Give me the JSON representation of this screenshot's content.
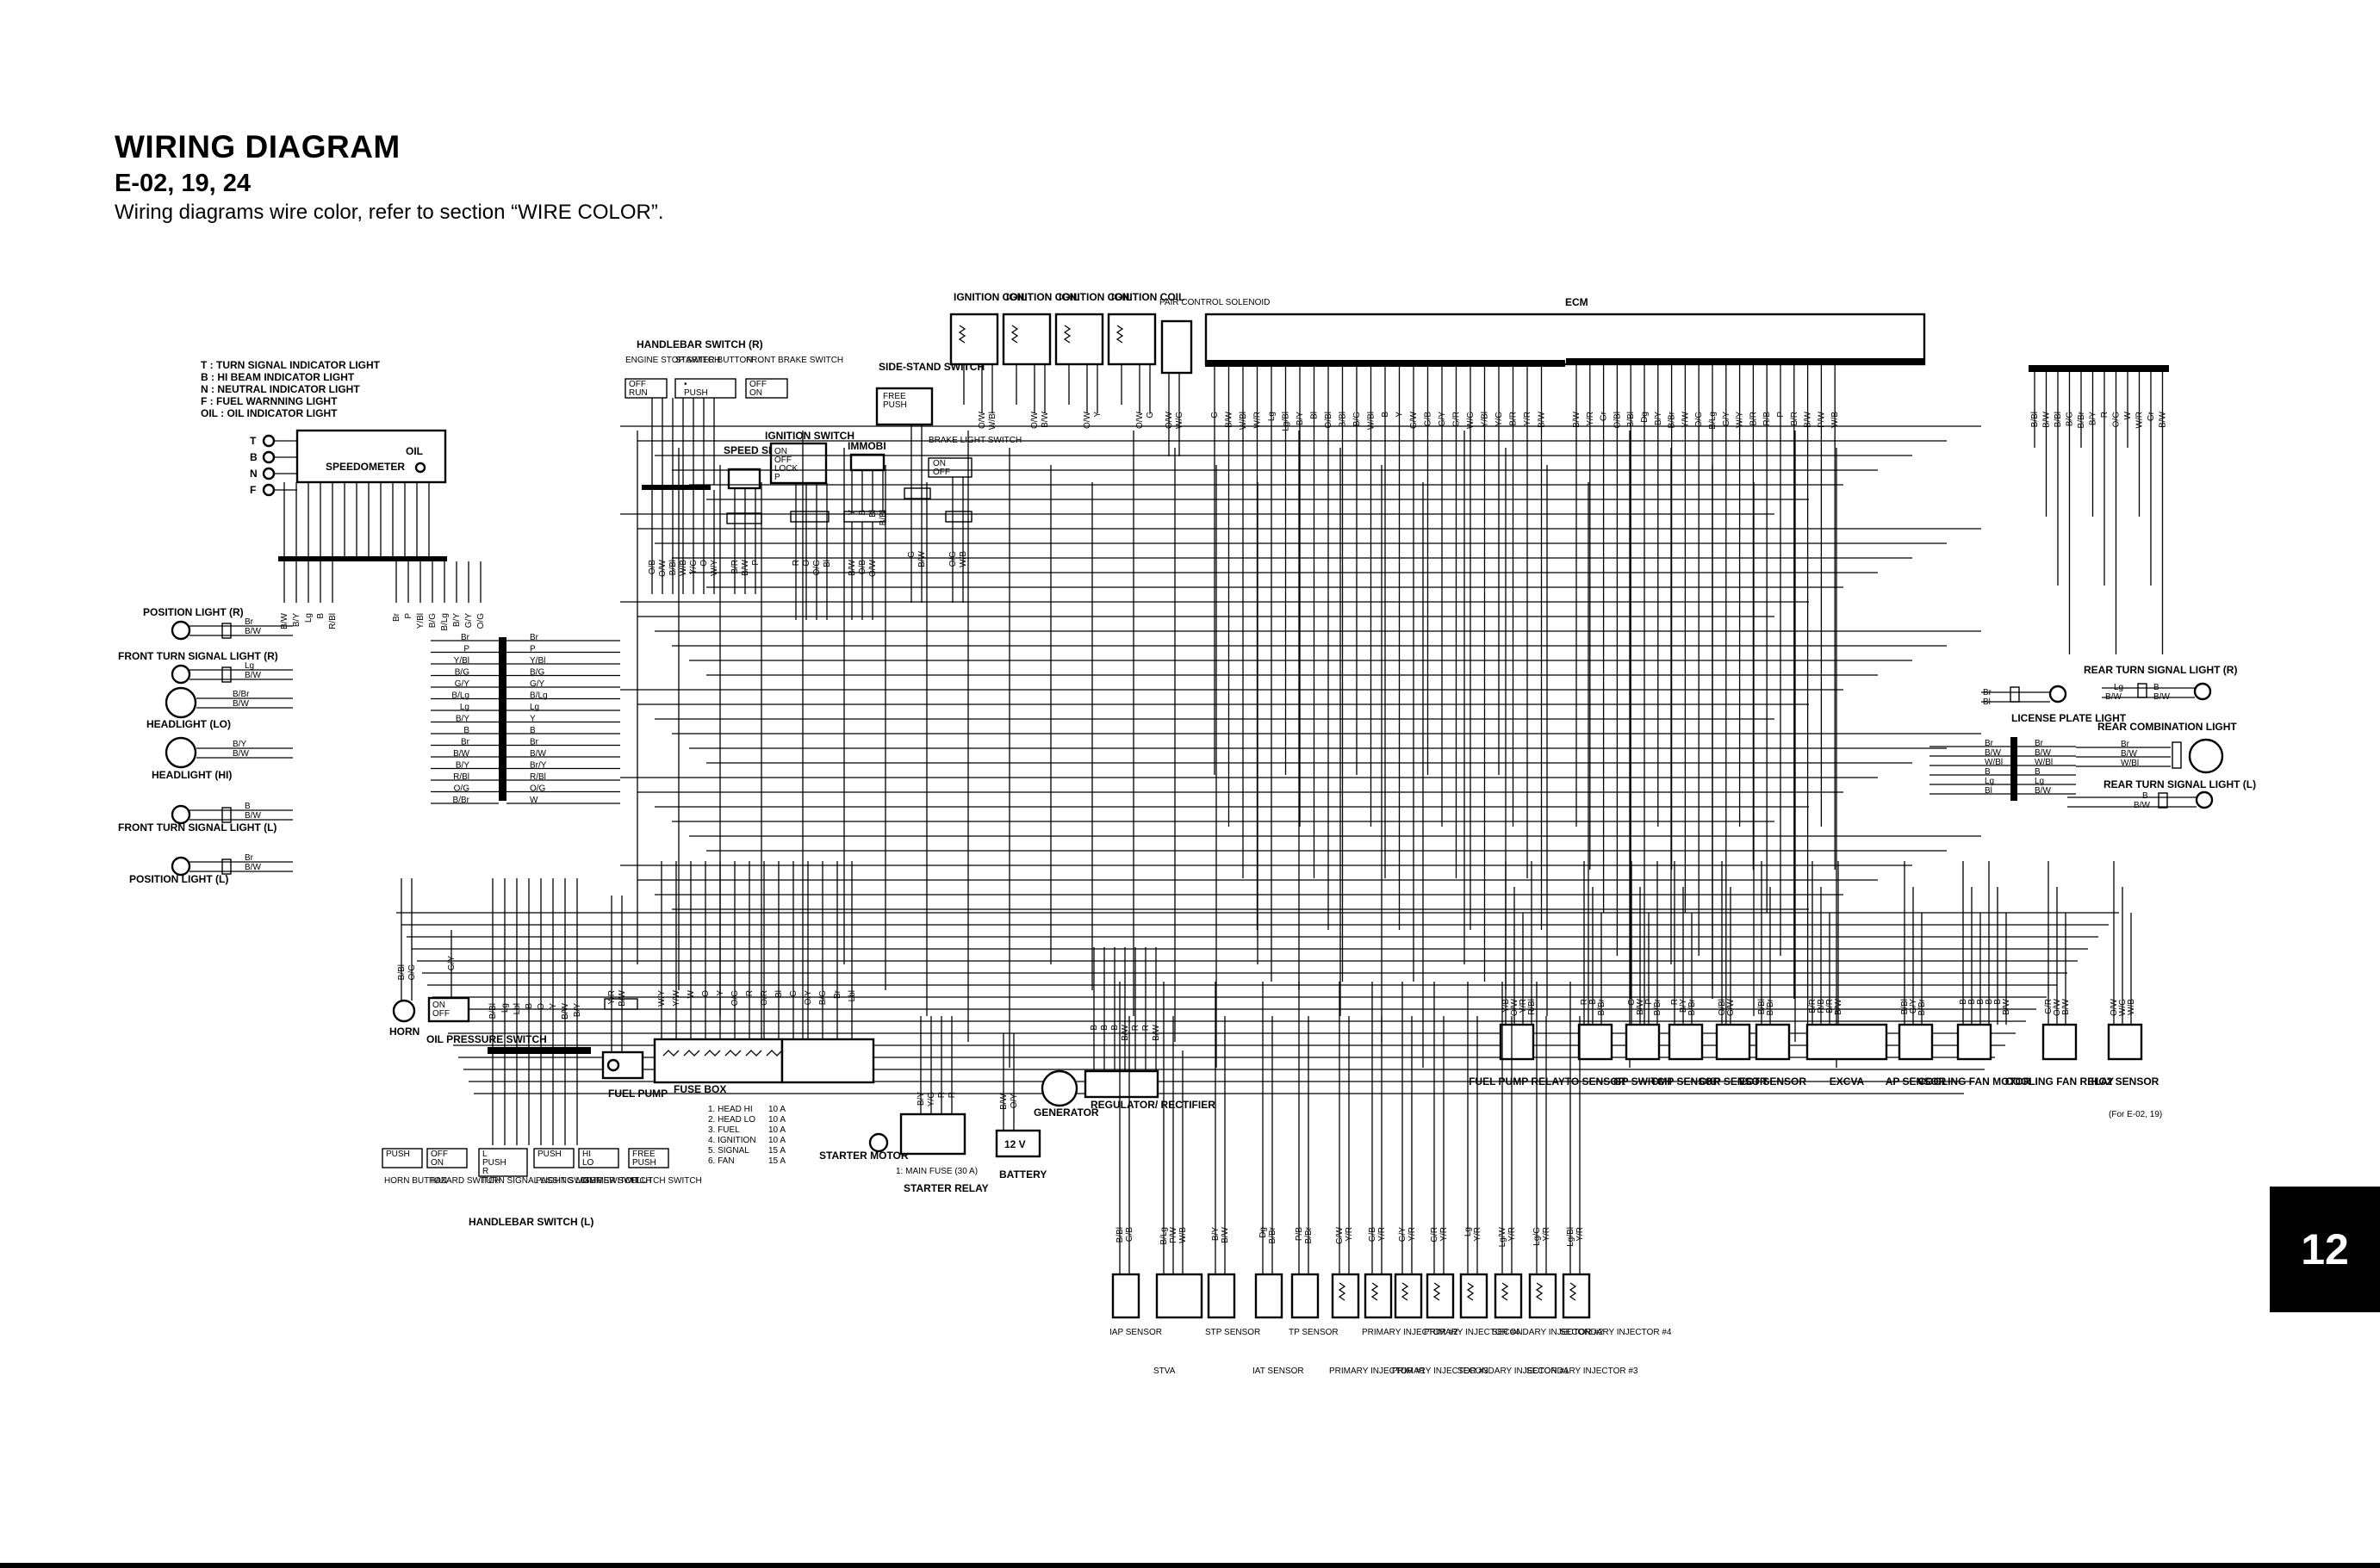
{
  "header": {
    "title": "WIRING DIAGRAM",
    "subtitle": "E-02, 19, 24",
    "note": "Wiring diagrams wire color, refer to section “WIRE COLOR”."
  },
  "section_tab": "12",
  "legend": [
    "T   : TURN SIGNAL INDICATOR LIGHT",
    "B   : HI BEAM INDICATOR LIGHT",
    "N   : NEUTRAL INDICATOR LIGHT",
    "F   : FUEL WARNNING LIGHT",
    "OIL : OIL INDICATOR LIGHT"
  ],
  "meter": {
    "indicators": [
      "T",
      "B",
      "N",
      "F"
    ],
    "speedometer": "SPEEDOMETER",
    "oil": "OIL",
    "wires": [
      "B/W",
      "B/Y",
      "Lg",
      "B",
      "R/Bl",
      "Br",
      "P",
      "Y/Bl",
      "B/G",
      "B/Lg",
      "B/Y",
      "G/Y",
      "O/G"
    ]
  },
  "junction": {
    "left_wires": [
      "Br",
      "P",
      "Y/Bl",
      "B/G",
      "G/Y",
      "B/Lg",
      "Lg",
      "B/Y",
      "B",
      "Br",
      "B/W",
      "B/Y",
      "R/Bl",
      "O/G",
      "B/Br"
    ],
    "right_wires": [
      "Br",
      "P",
      "Y/Bl",
      "B/G",
      "G/Y",
      "B/Lg",
      "Lg",
      "Y",
      "B",
      "Br",
      "B/W",
      "Br/Y",
      "R/Bl",
      "O/G",
      "W"
    ]
  },
  "front_lights": [
    {
      "name": "POSITION LIGHT (R)",
      "wires": [
        "Br",
        "B/W"
      ]
    },
    {
      "name": "FRONT TURN SIGNAL LIGHT (R)",
      "wires": [
        "Lg",
        "B/W"
      ]
    },
    {
      "name": "HEADLIGHT (LO)",
      "wires": [
        "B/Br",
        "B/W"
      ]
    },
    {
      "name": "HEADLIGHT (HI)",
      "wires": [
        "B/Y",
        "B/W"
      ]
    },
    {
      "name": "FRONT TURN SIGNAL LIGHT (L)",
      "wires": [
        "B",
        "B/W"
      ]
    },
    {
      "name": "POSITION LIGHT (L)",
      "wires": [
        "Br",
        "B/W"
      ]
    }
  ],
  "handlebar_r": {
    "title": "HANDLEBAR SWITCH (R)",
    "switches": [
      "ENGINE STOP SWITCH",
      "STARTER BUTTON",
      "FRONT BRAKE SWITCH"
    ],
    "states": [
      "OFF",
      "RUN",
      "•",
      "PUSH",
      "OFF",
      "ON"
    ],
    "wires": [
      "O/B",
      "O/W",
      "B/Bl",
      "W/B",
      "Y/G",
      "O",
      "W/Y"
    ]
  },
  "speed_sensor": {
    "name": "SPEED SENSOR",
    "wires": [
      "B/R",
      "B/W",
      "P"
    ]
  },
  "ignition_switch": {
    "name": "IGNITION SWITCH",
    "states": [
      "ON",
      "OFF",
      "LOCK",
      "P"
    ],
    "wires": [
      "R",
      "O",
      "O/G",
      "Bl"
    ]
  },
  "immobi": {
    "name": "IMMOBI",
    "wires": [
      "Y",
      "B",
      "Bl",
      "B/Bl"
    ],
    "wires_out": [
      "B/W",
      "O/B",
      "O/W"
    ]
  },
  "side_stand": {
    "name": "SIDE-STAND SWITCH",
    "states": [
      "FREE",
      "PUSH"
    ],
    "wires": [
      "G",
      "B/W"
    ]
  },
  "brake_switch_rear": {
    "name": "BRAKE LIGHT SWITCH",
    "states": [
      "ON",
      "OFF"
    ],
    "wires": [
      "O/G",
      "W/B"
    ]
  },
  "ignition_coils": [
    {
      "name": "IGNITION COIL #1",
      "wires": [
        "O/W",
        "W/Bl"
      ]
    },
    {
      "name": "IGNITION COIL #2",
      "wires": [
        "O/W",
        "B/W"
      ]
    },
    {
      "name": "IGNITION COIL #3",
      "wires": [
        "O/W",
        "Y"
      ]
    },
    {
      "name": "IGNITION COIL #4",
      "wires": [
        "O/W",
        "G"
      ]
    }
  ],
  "pair_solenoid": {
    "name": "PAIR CONTROL SOLENOID",
    "wires": [
      "O/W",
      "W/G"
    ]
  },
  "ecm": {
    "name": "ECM",
    "pins_a": [
      "G",
      "B/W",
      "W/Bl",
      "W/R",
      "Lg",
      "Lg/Bl",
      "B/Y",
      "Bl",
      "O/Bl",
      "B/Bl",
      "B/G",
      "W/Bl",
      "B",
      "Y",
      "G/W",
      "G/B",
      "G/Y",
      "G/R",
      "W/G",
      "Y/Bl",
      "Y/G",
      "B/R",
      "Y/R",
      "B/W"
    ],
    "pins_b": [
      "B/W",
      "Y/R",
      "Gr",
      "O/Bl",
      "B/Bl",
      "Dg",
      "B/Y",
      "B/Br",
      "Y/W",
      "O/G",
      "B/Lg",
      "G/Y",
      "W/Y",
      "B/R",
      "R/B",
      "P",
      "B/R",
      "B/W",
      "P/W",
      "W/B"
    ],
    "pins_c": [
      "B/Bl",
      "B/W",
      "B/Bl",
      "B/G",
      "B/Br",
      "B/Y",
      "R",
      "O/G",
      "W",
      "W/R",
      "Gr",
      "B/W"
    ]
  },
  "rear_lights": [
    {
      "name": "REAR TURN SIGNAL LIGHT (R)",
      "wires": [
        "Lg",
        "B/W",
        "B",
        "B/W"
      ]
    },
    {
      "name": "LICENSE PLATE LIGHT",
      "wires": [
        "Br",
        "Bl"
      ]
    },
    {
      "name": "REAR COMBINATION LIGHT",
      "wires": [
        "Br",
        "B/W",
        "W/Bl"
      ]
    },
    {
      "name": "REAR TURN SIGNAL LIGHT (L)",
      "wires": [
        "B",
        "B/W"
      ]
    }
  ],
  "rear_junction": [
    "Br",
    "B/W",
    "W/Bl",
    "B",
    "Lg",
    "Bl"
  ],
  "rear_junction_right": [
    "Br",
    "B/W",
    "W/Bl",
    "B",
    "Lg",
    "B/W"
  ],
  "horn": {
    "name": "HORN",
    "wires": [
      "B/Bl",
      "O/G"
    ]
  },
  "oil_pressure": {
    "name": "OIL PRESSURE SWITCH",
    "states": [
      "ON",
      "OFF"
    ],
    "wires": [
      "G/Y"
    ]
  },
  "fuel_pump": {
    "name": "FUEL PUMP",
    "wires": [
      "Y/R",
      "B/W"
    ]
  },
  "fuel_box": {
    "name": "FUSE BOX",
    "wires": [
      "W/Y",
      "Y/W",
      "W",
      "O",
      "Y",
      "O/G",
      "R",
      "O/R",
      "Bl",
      "G",
      "O/Y",
      "B/G",
      "Br",
      "Lbl"
    ],
    "fuses": [
      {
        "label": "1. HEAD HI",
        "rating": "10 A"
      },
      {
        "label": "2. HEAD LO",
        "rating": "10 A"
      },
      {
        "label": "3. FUEL",
        "rating": "10 A"
      },
      {
        "label": "4. IGNITION",
        "rating": "10 A"
      },
      {
        "label": "5. SIGNAL",
        "rating": "15 A"
      },
      {
        "label": "6. FAN",
        "rating": "15 A"
      }
    ]
  },
  "handlebar_l": {
    "title": "HANDLEBAR SWITCH (L)",
    "switches": [
      "HORN BUTTON",
      "HAZARD SWITCH",
      "TURN SIGNAL LIGHT SWITCH",
      "PASSING LIGHT SWITCH",
      "DIMMER SWITCH",
      "CLUTCH SWITCH"
    ],
    "states": [
      "PUSH",
      "OFF",
      "ON",
      "L",
      "PUSH",
      "R",
      "PUSH",
      "HI",
      "LO",
      "FREE",
      "PUSH"
    ],
    "wires": [
      "B/Bl",
      "Lg",
      "Lbl",
      "B",
      "O",
      "Y",
      "B/W",
      "B/Y"
    ]
  },
  "starter": {
    "motor": "STARTER MOTOR",
    "relay": "STARTER RELAY",
    "main_fuse": "1: MAIN FUSE (30 A)",
    "wires": [
      "B/Y",
      "Y/G",
      "R",
      "R"
    ]
  },
  "battery": {
    "name": "BATTERY",
    "voltage": "12 V",
    "wires": [
      "B/W",
      "O/Y"
    ]
  },
  "generator": {
    "name": "GENERATOR"
  },
  "regulator": {
    "name": "REGULATOR/ RECTIFIER",
    "wires": [
      "B",
      "B",
      "B",
      "B/W",
      "R",
      "R",
      "B/W"
    ]
  },
  "sensors": [
    {
      "name": "FUEL PUMP RELAY",
      "wires": [
        "Y/B",
        "O/W",
        "Y/R",
        "R/Bl"
      ]
    },
    {
      "name": "TO SENSOR",
      "wires": [
        "R",
        "B",
        "B/Br"
      ]
    },
    {
      "name": "GP SWITCH",
      "wires": [
        "G",
        "B/W",
        "P",
        "B/Br"
      ]
    },
    {
      "name": "CMP SENSOR",
      "wires": [
        "R",
        "B/Y",
        "B/Br"
      ]
    },
    {
      "name": "CKP SENSOR",
      "wires": [
        "O/Bl",
        "G/W"
      ]
    },
    {
      "name": "ECT SENSOR",
      "wires": [
        "B/Bl",
        "B/Br"
      ]
    },
    {
      "name": "EXCVA",
      "wires": [
        "B/R",
        "R/B",
        "B/R",
        "B/W"
      ]
    },
    {
      "name": "AP SENSOR",
      "wires": [
        "B/Bl",
        "G/Y",
        "B/Br"
      ]
    },
    {
      "name": "COOLING FAN MOTOR",
      "wires": [
        "B",
        "B",
        "B",
        "B",
        "B",
        "B/W"
      ]
    },
    {
      "name": "COOLING FAN RELAY",
      "wires": [
        "G/R",
        "O/W",
        "B/W"
      ]
    },
    {
      "name": "HO2 SENSOR",
      "note": "(For E-02, 19)",
      "wires": [
        "O/W",
        "W/G",
        "W/B"
      ]
    }
  ],
  "lower_group": [
    {
      "name": "IAP SENSOR",
      "wires": [
        "B/Bl",
        "G/B"
      ]
    },
    {
      "name": "STVA",
      "wires": [
        "B/Lg",
        "P/W",
        "W/B"
      ]
    },
    {
      "name": "STP SENSOR",
      "wires": [
        "B/Y",
        "B/W"
      ]
    },
    {
      "name": "IAT SENSOR",
      "wires": [
        "Dg",
        "B/Br"
      ]
    },
    {
      "name": "TP SENSOR",
      "wires": [
        "P/B",
        "B/Br"
      ]
    },
    {
      "name": "PRIMARY INJECTOR #1",
      "wires": [
        "G/W",
        "Y/R"
      ]
    },
    {
      "name": "PRIMARY INJECTOR #2",
      "wires": [
        "G/B",
        "Y/R"
      ]
    },
    {
      "name": "PRIMARY INJECTOR #3",
      "wires": [
        "G/Y",
        "Y/R"
      ]
    },
    {
      "name": "PRIMARY INJECTOR #4",
      "wires": [
        "G/R",
        "Y/R"
      ]
    },
    {
      "name": "SECONDARY INJECTOR #1",
      "wires": [
        "Lg",
        "Y/R"
      ]
    },
    {
      "name": "SECONDARY INJECTOR #2",
      "wires": [
        "Lg/W",
        "Y/R"
      ]
    },
    {
      "name": "SECONDARY INJECTOR #3",
      "wires": [
        "Lg/G",
        "Y/R"
      ]
    },
    {
      "name": "SECONDARY INJECTOR #4",
      "wires": [
        "Lg/Bl",
        "Y/R"
      ]
    }
  ]
}
